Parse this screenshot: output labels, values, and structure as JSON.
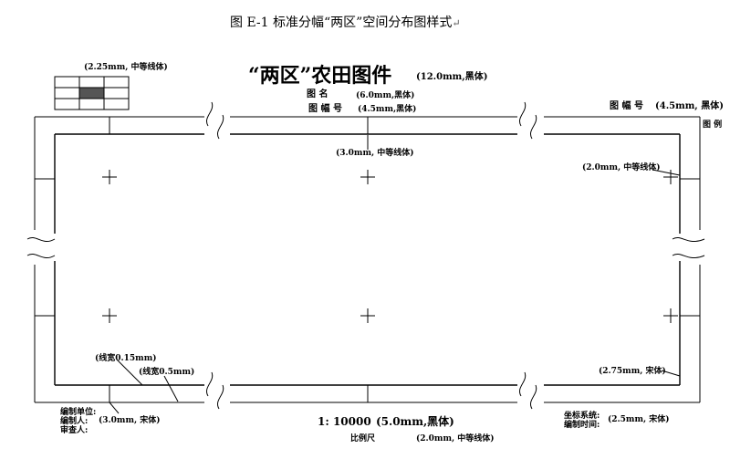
{
  "figure_caption": "图 E-1 标准分幅“两区”空间分布图样式",
  "return_mark": "↵",
  "header": {
    "title": "“两区”农田图件",
    "title_note": "(12.0mm,黑体)",
    "map_name_label": "图    名",
    "map_name_note": "(6.0mm,黑体)",
    "sheet_no_label": "图 幅 号",
    "sheet_no_note": "(4.5mm,黑体)",
    "right_sheet_no_label": "图 幅 号",
    "right_sheet_no_note": "(4.5mm, 黑体)",
    "legend_label": "图 例"
  },
  "index_diagram": {
    "note": "(2.25mm, 中等线体)"
  },
  "annotations": {
    "top_center": "(3.0mm, 中等线体)",
    "right_upper": "(2.0mm, 中等线体)",
    "right_lower": "(2.75mm, 宋体)",
    "line_width_thin": "(线宽0.15mm)",
    "line_width_thick": "(线宽0.5mm)"
  },
  "footer": {
    "left_labels": [
      "编制单位:",
      "编制人:",
      "审查人:"
    ],
    "left_note": "(3.0mm, 宋体)",
    "scale_text": "1:  10000",
    "scale_note": "(5.0mm,黑体)",
    "scale_bar_label": "比例尺",
    "scale_bar_note": "(2.0mm, 中等线体)",
    "right_labels": [
      "坐标系统:",
      "编制时间:"
    ],
    "right_note": "(2.5mm, 宋体)"
  }
}
